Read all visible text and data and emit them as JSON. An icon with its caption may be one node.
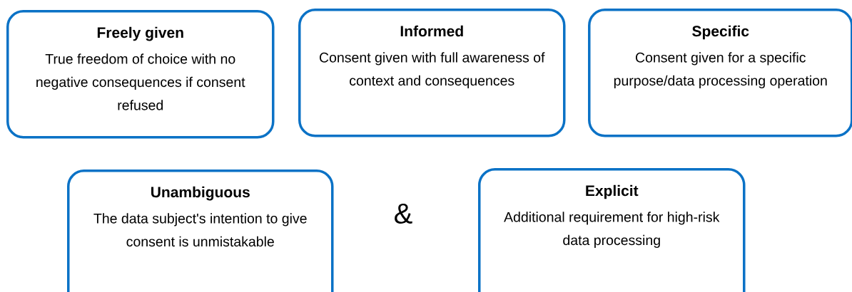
{
  "diagram": {
    "nodes": [
      {
        "text": [
          "Freely given",
          "True freedom of choice with no negative consequences if consent refused"
        ]
      },
      {
        "text": [
          "Informed",
          "Consent given with full awareness of context and consequences"
        ]
      },
      {
        "text": [
          "Specific",
          "Consent given for a specific purpose/data processing operation"
        ]
      },
      {
        "text": [
          "Unambiguous",
          "The data subject's intention to give consent is unmistakable"
        ]
      },
      {
        "text": [
          "Explicit",
          "Additional requirement for high-risk data processing"
        ]
      }
    ],
    "labels": [
      "&"
    ]
  }
}
